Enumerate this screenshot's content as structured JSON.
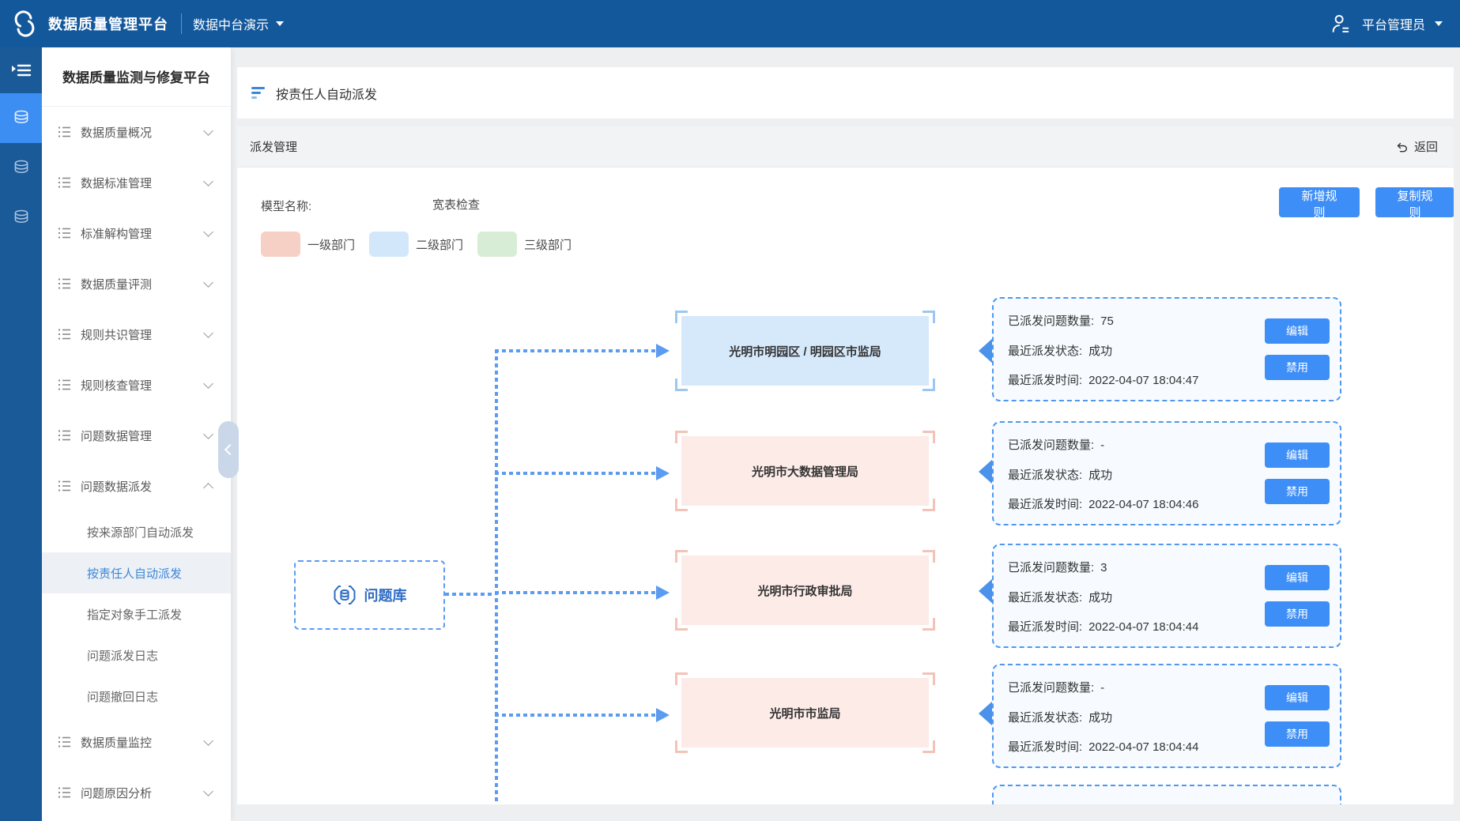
{
  "topbar": {
    "app_title": "数据质量管理平台",
    "env_name": "数据中台演示",
    "user_name": "平台管理员"
  },
  "sidebar": {
    "title": "数据质量监测与修复平台",
    "items": [
      {
        "label": "数据质量概况"
      },
      {
        "label": "数据标准管理"
      },
      {
        "label": "标准解构管理"
      },
      {
        "label": "数据质量评测"
      },
      {
        "label": "规则共识管理"
      },
      {
        "label": "规则核查管理"
      },
      {
        "label": "问题数据管理"
      },
      {
        "label": "问题数据派发",
        "expanded": true
      },
      {
        "label": "数据质量监控"
      },
      {
        "label": "问题原因分析"
      }
    ],
    "dispatch_children": [
      {
        "label": "按来源部门自动派发",
        "active": false
      },
      {
        "label": "按责任人自动派发",
        "active": true
      },
      {
        "label": "指定对象手工派发",
        "active": false
      },
      {
        "label": "问题派发日志",
        "active": false
      },
      {
        "label": "问题撤回日志",
        "active": false
      }
    ]
  },
  "page": {
    "breadcrumb_title": "按责任人自动派发",
    "panel_title": "派发管理",
    "back_label": "返回",
    "model_label": "模型名称:",
    "model_value": "宽表检查",
    "add_rule_label": "新增规则",
    "copy_rule_label": "复制规则",
    "legend": [
      {
        "label": "一级部门",
        "color": "#f6d0c5"
      },
      {
        "label": "二级部门",
        "color": "#d2e8fa"
      },
      {
        "label": "三级部门",
        "color": "#d8edd5"
      }
    ]
  },
  "diagram": {
    "source_node_label": "问题库",
    "card_labels": {
      "count": "已派发问题数量:",
      "status": "最近派发状态:",
      "time": "最近派发时间:",
      "edit": "编辑",
      "disable": "禁用"
    },
    "departments": [
      {
        "name": "光明市明园区 / 明园区市监局",
        "level": "二级部门",
        "count": "75",
        "status": "成功",
        "time": "2022-04-07 18:04:47"
      },
      {
        "name": "光明市大数据管理局",
        "level": "一级部门",
        "count": "-",
        "status": "成功",
        "time": "2022-04-07 18:04:46"
      },
      {
        "name": "光明市行政审批局",
        "level": "一级部门",
        "count": "3",
        "status": "成功",
        "time": "2022-04-07 18:04:44"
      },
      {
        "name": "光明市市监局",
        "level": "一级部门",
        "count": "-",
        "status": "成功",
        "time": "2022-04-07 18:04:44"
      }
    ]
  }
}
